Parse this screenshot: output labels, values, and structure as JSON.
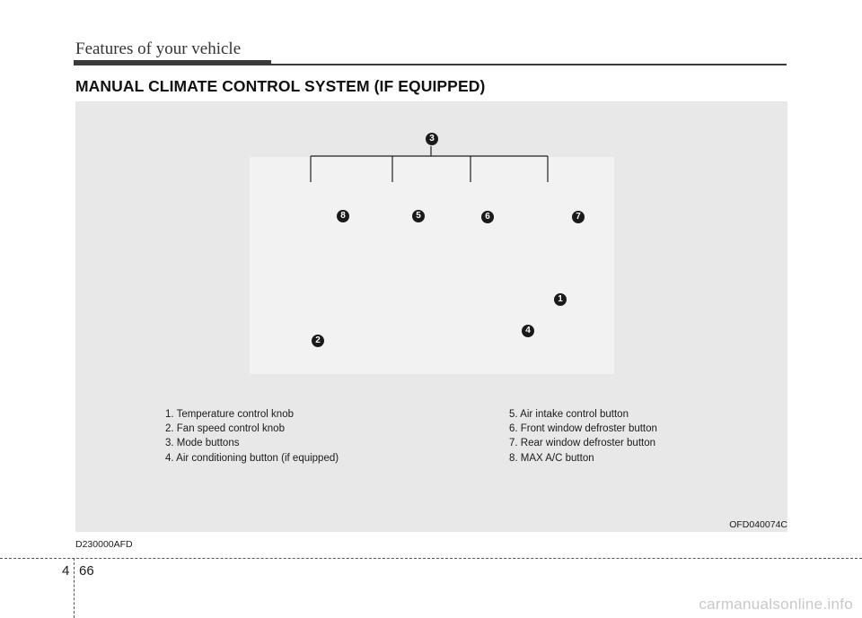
{
  "header": {
    "section_label": "Features of your vehicle"
  },
  "section_title": "MANUAL CLIMATE CONTROL SYSTEM (IF EQUIPPED)",
  "figure": {
    "code": "OFD040074C",
    "callouts": [
      "1",
      "2",
      "3",
      "4",
      "5",
      "6",
      "7",
      "8"
    ],
    "legend_left": [
      "1. Temperature control knob",
      "2. Fan speed control knob",
      "3. Mode buttons",
      "4. Air conditioning button (if equipped)"
    ],
    "legend_right": [
      "5. Air intake control button",
      "6. Front window defroster button",
      "7. Rear window defroster button",
      "8. MAX A/C button"
    ]
  },
  "doc_code": "D230000AFD",
  "footer": {
    "chapter": "4",
    "page": "66",
    "watermark": "carmanualsonline.info"
  }
}
